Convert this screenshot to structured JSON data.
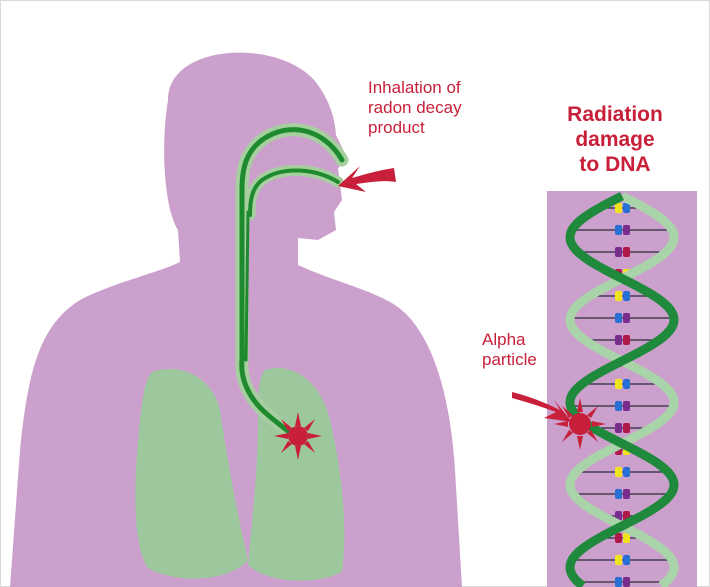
{
  "labels": {
    "inhalation": [
      "Inhalation of",
      "radon decay",
      "product"
    ],
    "alpha": [
      "Alpha",
      "particle"
    ],
    "title": [
      "Radiation",
      "damage",
      "to DNA"
    ]
  },
  "colors": {
    "body": "#cca0cc",
    "lung": "#9dc89d",
    "airway_dark": "#1e8a2e",
    "airway_light": "#a6cfa0",
    "red": "#c8203a",
    "helix_dark": "#1f8a3b",
    "helix_light": "#a9d3a9",
    "dna_panel": "#cca0cc"
  },
  "icons": [
    "red-arrow-icon",
    "alpha-burst-icon"
  ]
}
